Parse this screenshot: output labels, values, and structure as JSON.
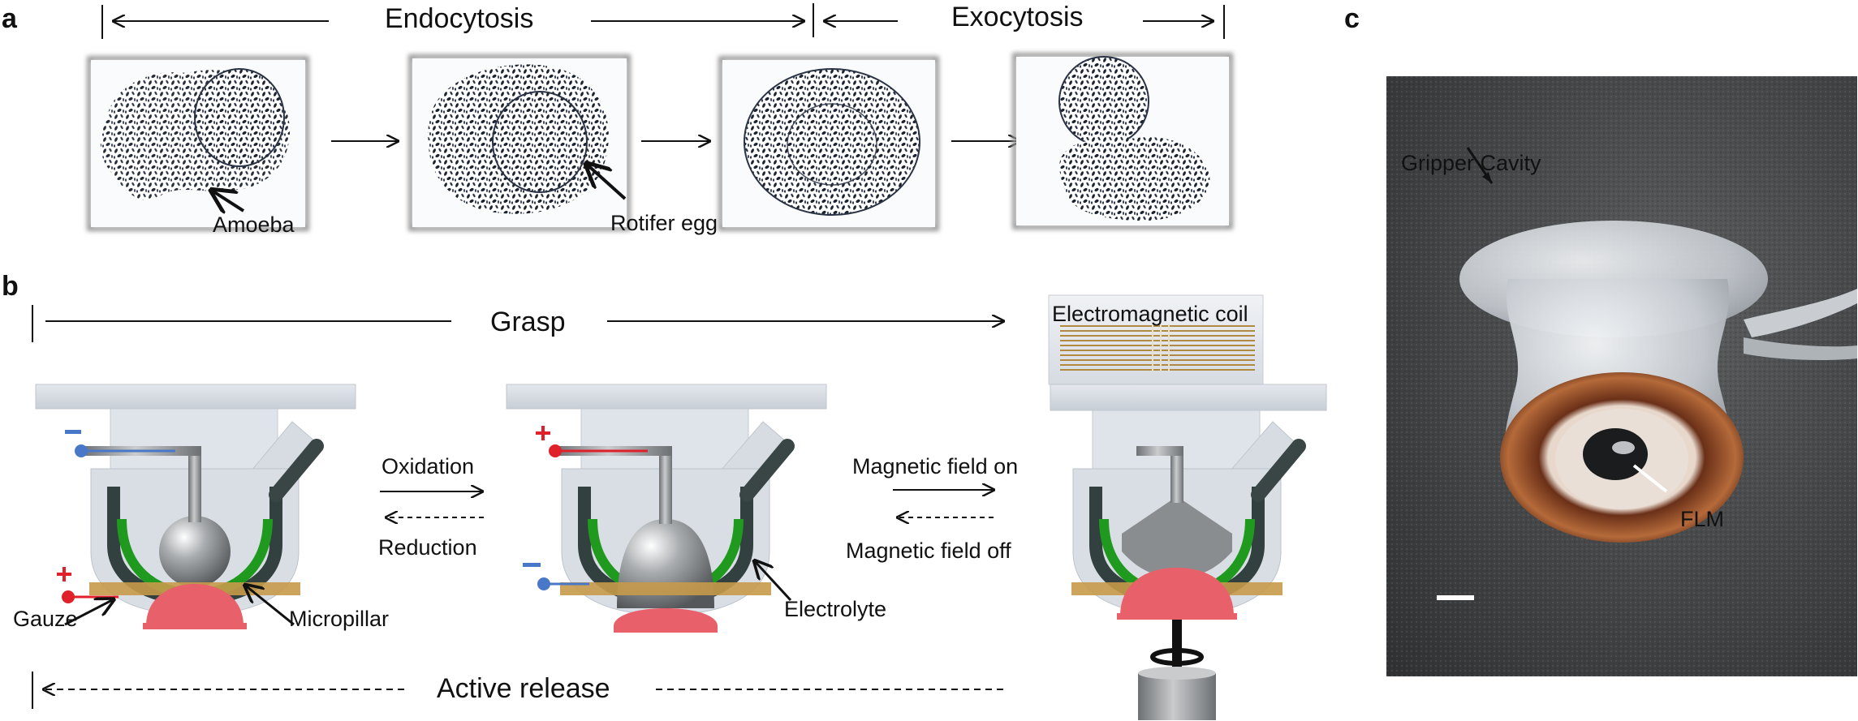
{
  "panels": {
    "a": "a",
    "b": "b",
    "c": "c"
  },
  "panel_a": {
    "endocytosis": "Endocytosis",
    "exocytosis": "Exocytosis",
    "amoeba": "Amoeba",
    "rotifer_egg": "Rotifer egg"
  },
  "panel_b": {
    "grasp": "Grasp",
    "active_release": "Active release",
    "oxidation": "Oxidation",
    "reduction": "Reduction",
    "magnetic_on": "Magnetic field on",
    "magnetic_off": "Magnetic field off",
    "coil": "Electromagnetic coil",
    "gauze": "Gauze",
    "micropillar": "Micropillar",
    "electrolyte": "Electrolyte"
  },
  "panel_c": {
    "gripper_cavity": "Gripper Cavity",
    "flm": "FLM"
  },
  "colors": {
    "negative": "#4a78c8",
    "positive": "#e0202a",
    "electrolyte": "#1f9a1f",
    "target": "#e8606a",
    "frame": "#d8dde4",
    "metal": "#8a8d90",
    "copper": "#b56a3a"
  }
}
